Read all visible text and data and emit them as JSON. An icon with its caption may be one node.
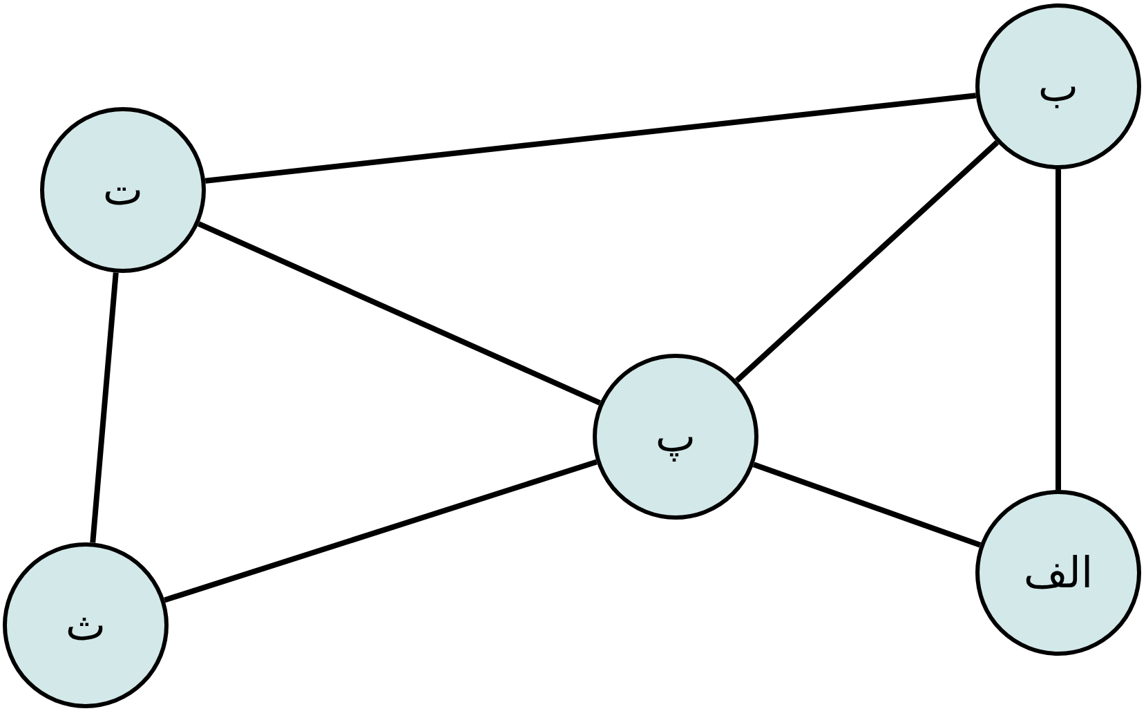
{
  "diagram": {
    "nodes": [
      {
        "text": [
          "الف"
        ]
      },
      {
        "text": [
          "ب"
        ]
      },
      {
        "text": [
          "پ"
        ]
      },
      {
        "text": [
          "ت"
        ]
      },
      {
        "text": [
          "ث"
        ]
      }
    ],
    "edges": [
      {
        "from": 3,
        "to": 1,
        "arrow": "none"
      },
      {
        "from": 3,
        "to": 2,
        "arrow": "none"
      },
      {
        "from": 3,
        "to": 4,
        "arrow": "none"
      },
      {
        "from": 1,
        "to": 2,
        "arrow": "none"
      },
      {
        "from": 1,
        "to": 0,
        "arrow": "none"
      },
      {
        "from": 2,
        "to": 4,
        "arrow": "none"
      },
      {
        "from": 2,
        "to": 0,
        "arrow": "none"
      }
    ]
  }
}
